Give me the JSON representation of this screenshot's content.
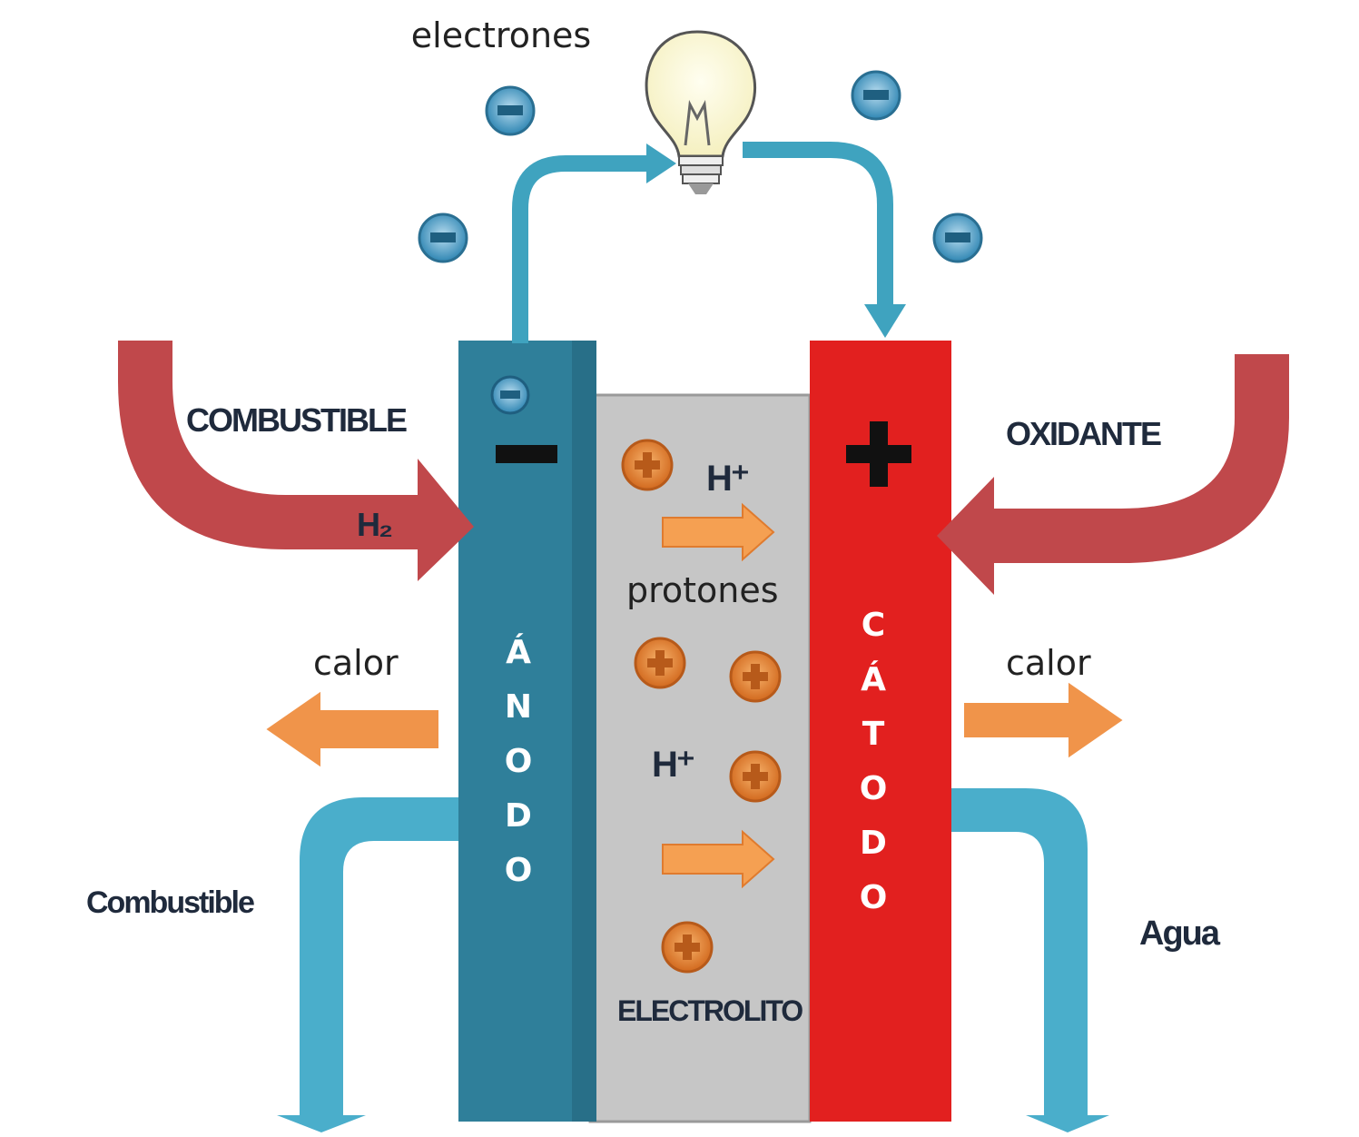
{
  "labels": {
    "electrones": "electrones",
    "combustible_in": "COMBUSTIBLE",
    "h2": "H₂",
    "oxidante": "OXIDANTE",
    "h_plus_top": "H⁺",
    "protones": "protones",
    "h_plus_mid": "H⁺",
    "electrolito": "ELECTROLITO",
    "calor_left": "calor",
    "calor_right": "calor",
    "combustible_out": "Combustible",
    "agua": "Agua",
    "anodo": [
      "Á",
      "N",
      "O",
      "D",
      "O"
    ],
    "catodo": [
      "C",
      "Á",
      "T",
      "O",
      "D",
      "O"
    ],
    "anode_sign": "−",
    "cathode_sign": "+"
  },
  "colors": {
    "anode": "#2f7f9a",
    "cathode": "#e2201f",
    "electrolyte": "#c6c6c6",
    "fuel_arrow": "#c0484b",
    "circuit": "#3fa3bf",
    "heat_arrow": "#f0944a",
    "proton": "#e07b2e",
    "electron": "#3a8fb5"
  },
  "icons": {
    "bulb": "light-bulb-icon",
    "electron": "electron-minus-icon",
    "proton": "proton-plus-icon"
  }
}
